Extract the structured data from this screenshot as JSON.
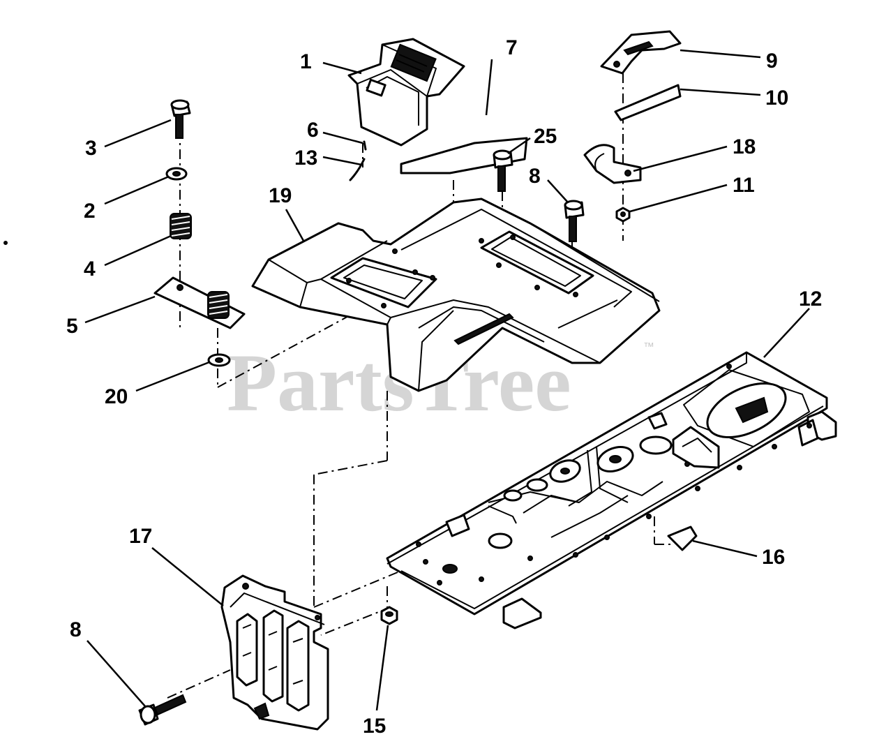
{
  "watermark": {
    "text": "PartsTree",
    "trademark": "™"
  },
  "callouts": {
    "c1": "1",
    "c2": "2",
    "c3": "3",
    "c4": "4",
    "c5": "5",
    "c6": "6",
    "c7": "7",
    "c8a": "8",
    "c8b": "8",
    "c9": "9",
    "c10": "10",
    "c11": "11",
    "c12": "12",
    "c13": "13",
    "c15": "15",
    "c16": "16",
    "c17": "17",
    "c18": "18",
    "c19": "19",
    "c20": "20",
    "c25": "25"
  }
}
